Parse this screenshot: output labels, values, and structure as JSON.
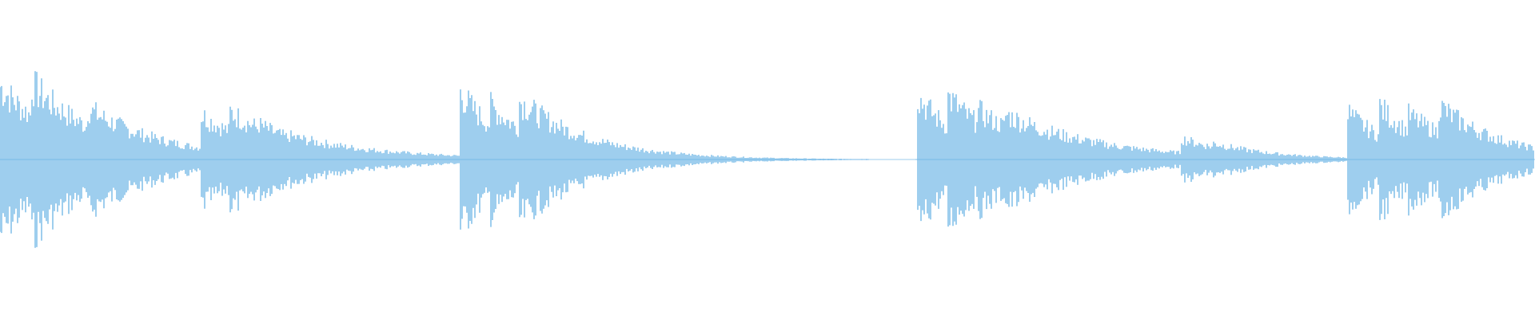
{
  "waveform": {
    "color": "#5dade2",
    "background": "#ffffff",
    "events": [
      {
        "start": 0.0,
        "peak": 0.62,
        "decay": 0.04
      },
      {
        "start": 0.02,
        "peak": 0.64,
        "decay": 0.045
      },
      {
        "start": 0.038,
        "peak": 0.44,
        "decay": 0.04
      },
      {
        "start": 0.057,
        "peak": 0.43,
        "decay": 0.05
      },
      {
        "start": 0.131,
        "peak": 0.38,
        "decay": 0.04
      },
      {
        "start": 0.15,
        "peak": 0.4,
        "decay": 0.045
      },
      {
        "start": 0.168,
        "peak": 0.3,
        "decay": 0.04
      },
      {
        "start": 0.188,
        "peak": 0.2,
        "decay": 0.06
      },
      {
        "start": 0.208,
        "peak": 0.1,
        "decay": 0.05
      },
      {
        "start": 0.299,
        "peak": 0.58,
        "decay": 0.03
      },
      {
        "start": 0.319,
        "peak": 0.46,
        "decay": 0.035
      },
      {
        "start": 0.338,
        "peak": 0.5,
        "decay": 0.045
      },
      {
        "start": 0.357,
        "peak": 0.2,
        "decay": 0.05
      },
      {
        "start": 0.396,
        "peak": 0.08,
        "decay": 0.05
      },
      {
        "start": 0.597,
        "peak": 0.55,
        "decay": 0.03
      },
      {
        "start": 0.617,
        "peak": 0.54,
        "decay": 0.035
      },
      {
        "start": 0.636,
        "peak": 0.42,
        "decay": 0.045
      },
      {
        "start": 0.655,
        "peak": 0.38,
        "decay": 0.06
      },
      {
        "start": 0.68,
        "peak": 0.14,
        "decay": 0.06
      },
      {
        "start": 0.769,
        "peak": 0.18,
        "decay": 0.04
      },
      {
        "start": 0.79,
        "peak": 0.14,
        "decay": 0.04
      },
      {
        "start": 0.808,
        "peak": 0.08,
        "decay": 0.04
      },
      {
        "start": 0.878,
        "peak": 0.4,
        "decay": 0.03
      },
      {
        "start": 0.898,
        "peak": 0.46,
        "decay": 0.03
      },
      {
        "start": 0.917,
        "peak": 0.38,
        "decay": 0.04
      },
      {
        "start": 0.937,
        "peak": 0.46,
        "decay": 0.04
      },
      {
        "start": 0.958,
        "peak": 0.14,
        "decay": 0.06
      }
    ],
    "silent_gaps": [
      [
        0.566,
        0.596
      ]
    ]
  }
}
